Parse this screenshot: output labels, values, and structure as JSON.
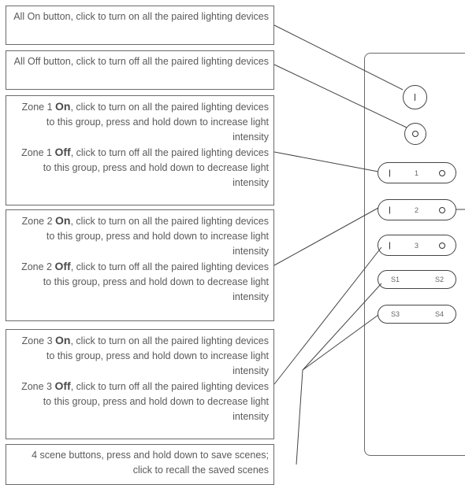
{
  "callouts": [
    {
      "id": "all-on",
      "pre": "All On button, click to turn on all the paired lighting devices",
      "strong": "",
      "post": ""
    },
    {
      "id": "all-off",
      "pre": "All Off button, click to turn off all the paired lighting devices",
      "strong": "",
      "post": ""
    },
    {
      "id": "zone1",
      "on_pre": "Zone 1 ",
      "on_strong": "On",
      "on_post": ", click to turn on all the paired lighting devices to this group, press and hold down to increase light intensity",
      "off_pre": "Zone 1 ",
      "off_strong": "Off",
      "off_post": ", click to turn off all the paired lighting devices to this group, press and hold down to decrease light intensity"
    },
    {
      "id": "zone2",
      "on_pre": "Zone 2 ",
      "on_strong": "On",
      "on_post": ", click to turn on all the paired lighting devices to this group, press and hold down to increase light intensity",
      "off_pre": "Zone 2 ",
      "off_strong": "Off",
      "off_post": ", click to turn off all the paired lighting devices to this group, press and hold down to decrease light intensity"
    },
    {
      "id": "zone3",
      "on_pre": "Zone 3 ",
      "on_strong": "On",
      "on_post": ", click to turn on all the paired lighting devices to this group, press and hold down to increase light intensity",
      "off_pre": "Zone 3 ",
      "off_strong": "Off",
      "off_post": ", click to turn off all the paired lighting devices to this group, press and hold down to decrease light intensity"
    },
    {
      "id": "scenes",
      "pre": "4 scene buttons, press and hold down to save scenes; click to recall the saved scenes",
      "strong": "",
      "post": ""
    }
  ],
  "remote": {
    "zone_numbers": [
      "1",
      "2",
      "3"
    ],
    "scene_labels": [
      "S1",
      "S2",
      "S3",
      "S4"
    ]
  }
}
